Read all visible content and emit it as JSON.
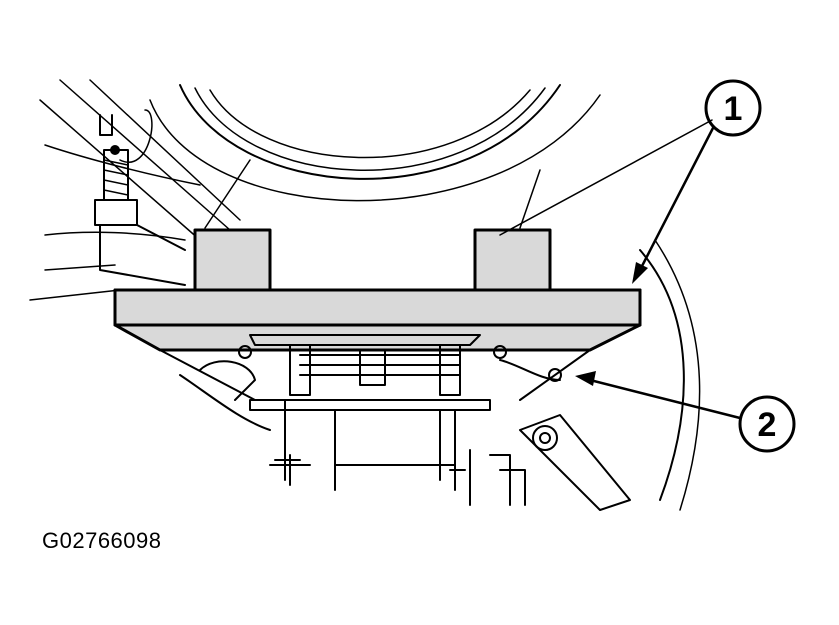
{
  "figure_id": "G02766098",
  "callouts": [
    {
      "number": "1",
      "target": "crossmember-plate"
    },
    {
      "number": "2",
      "target": "bracket-bolt"
    }
  ]
}
